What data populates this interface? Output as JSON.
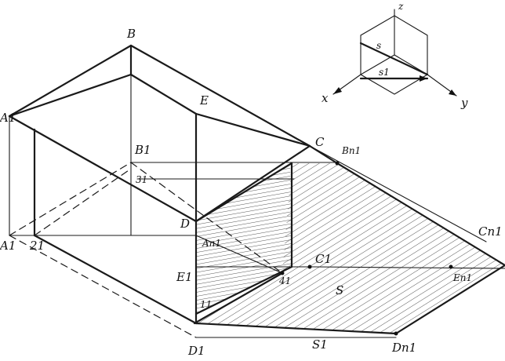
{
  "points": {
    "B": "B",
    "A1": "A1",
    "E": "E",
    "C": "C",
    "B1": "B1",
    "Bn1": "Bn1",
    "three1": "31",
    "D": "D",
    "An1": "An1",
    "A1_low": "A1",
    "two1": "21",
    "E1": "E1",
    "four1": "41",
    "C1": "C1",
    "En1": "En1",
    "Cn1": "Cn1",
    "one1": "11",
    "S": "S",
    "S1": "S1",
    "D1": "D1",
    "Dn1": "Dn1"
  },
  "axes": {
    "z": "z",
    "x": "x",
    "y": "y",
    "s": "s",
    "s1": "s1"
  }
}
